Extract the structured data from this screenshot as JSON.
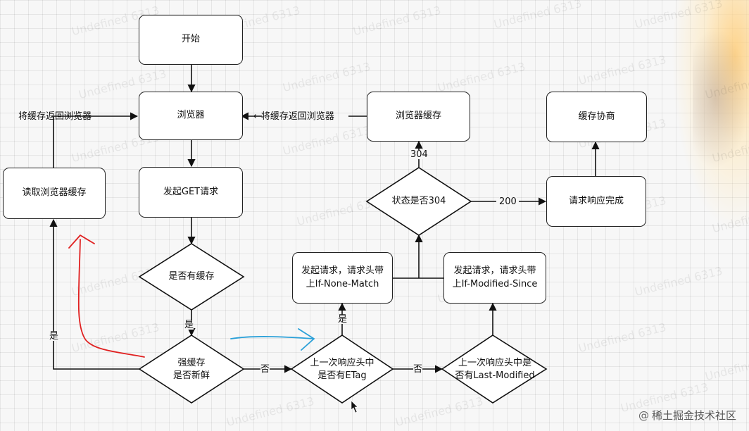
{
  "nodes": {
    "start": "开始",
    "browser": "浏览器",
    "get_request": "发起GET请求",
    "has_cache": "是否有缓存",
    "strong_cache": [
      "强缓存",
      "是否新鲜"
    ],
    "read_cache": "读取浏览器缓存",
    "etag_check": [
      "上一次响应头中",
      "是否有ETag"
    ],
    "last_modified_check": [
      "上一次响应头中是",
      "否有Last-Modified"
    ],
    "req_if_none_match": [
      "发起请求，请求头带",
      "上If-None-Match"
    ],
    "req_if_modified_since": [
      "发起请求，请求头带",
      "上If-Modified-Since"
    ],
    "status_304": "状态是否304",
    "browser_cache": "浏览器缓存",
    "response_done": "请求响应完成",
    "negotiate_cache": "缓存协商"
  },
  "edge_labels": {
    "return_cache_left": "将缓存返回浏览器",
    "return_cache_right": "←将缓存返回浏览器",
    "yes_has_cache": "是",
    "yes_fresh": "是",
    "no_fresh": "否",
    "yes_etag": "是",
    "no_etag": "否",
    "code_304": "304",
    "code_200": "200"
  },
  "watermark": "Undefined 6313",
  "footer": {
    "icon": "@",
    "text": "稀土掘金技术社区"
  },
  "annotation_colors": {
    "red_arrow": "#e02020",
    "blue_arrow": "#2aa0d8"
  }
}
